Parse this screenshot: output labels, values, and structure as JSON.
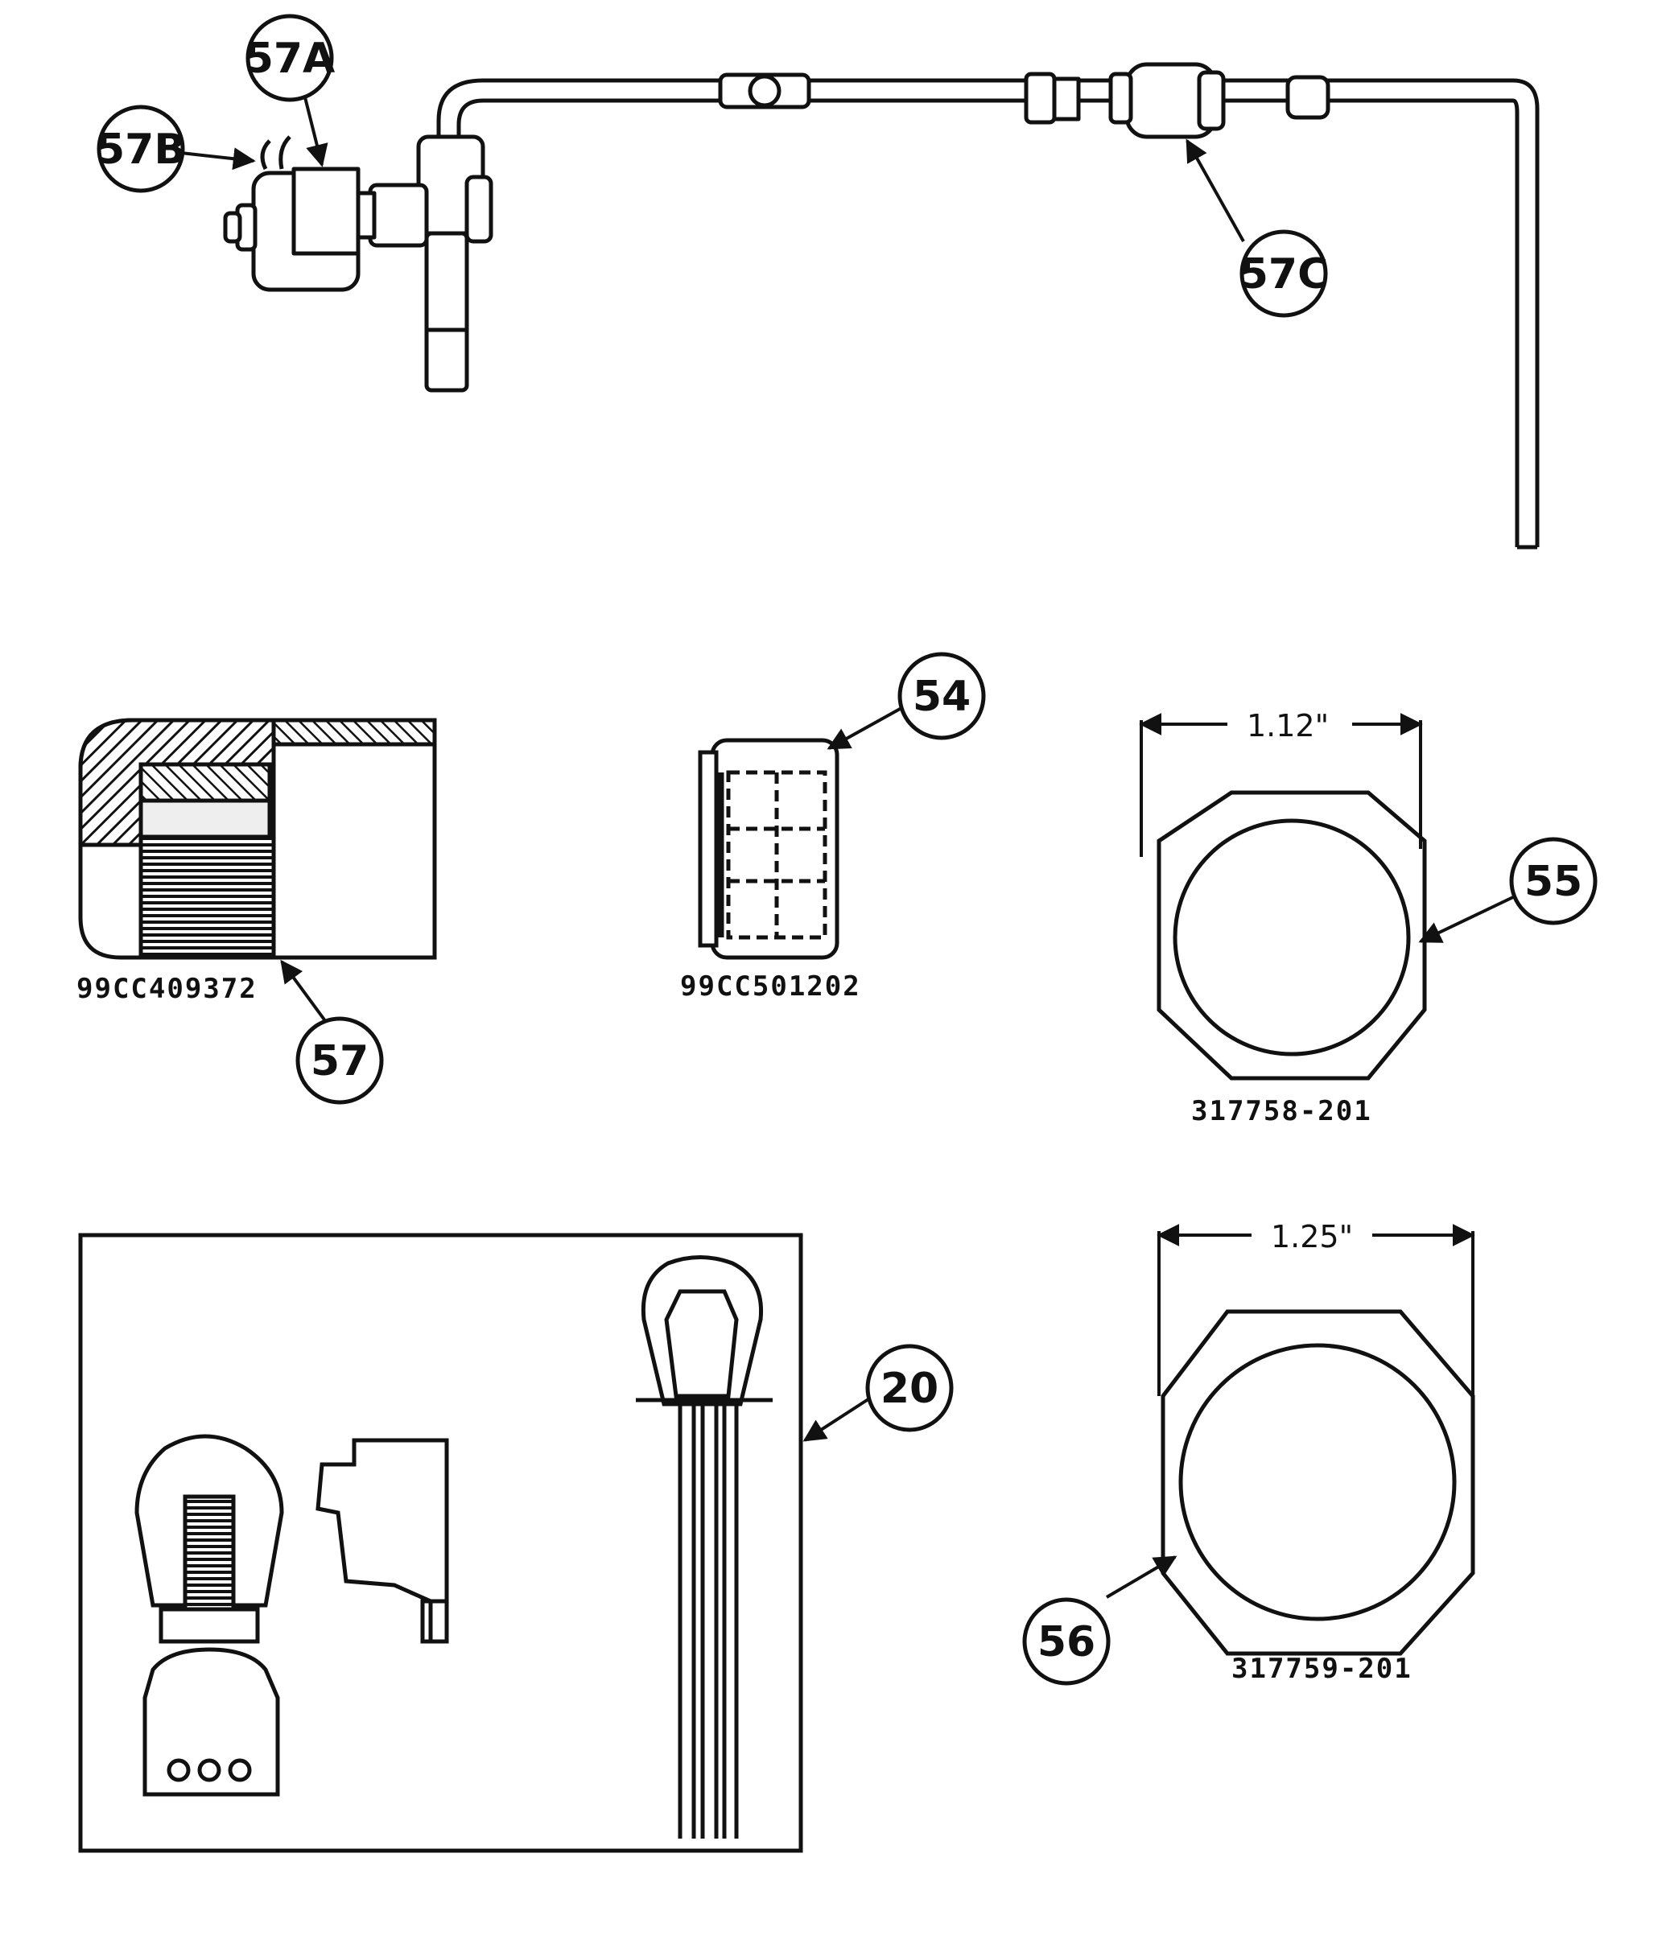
{
  "callouts": {
    "c57a": "57A",
    "c57b": "57B",
    "c57c": "57C",
    "c54": "54",
    "c55": "55",
    "c57": "57",
    "c20": "20",
    "c56": "56"
  },
  "part_numbers": {
    "p57": "99CC409372",
    "p54": "99CC501202",
    "p55": "317758-201",
    "p56": "317759-201"
  },
  "dimensions": {
    "d55": "1.12\"",
    "d56": "1.25\""
  },
  "colors": {
    "ink": "#111111",
    "paper": "#ffffff"
  }
}
